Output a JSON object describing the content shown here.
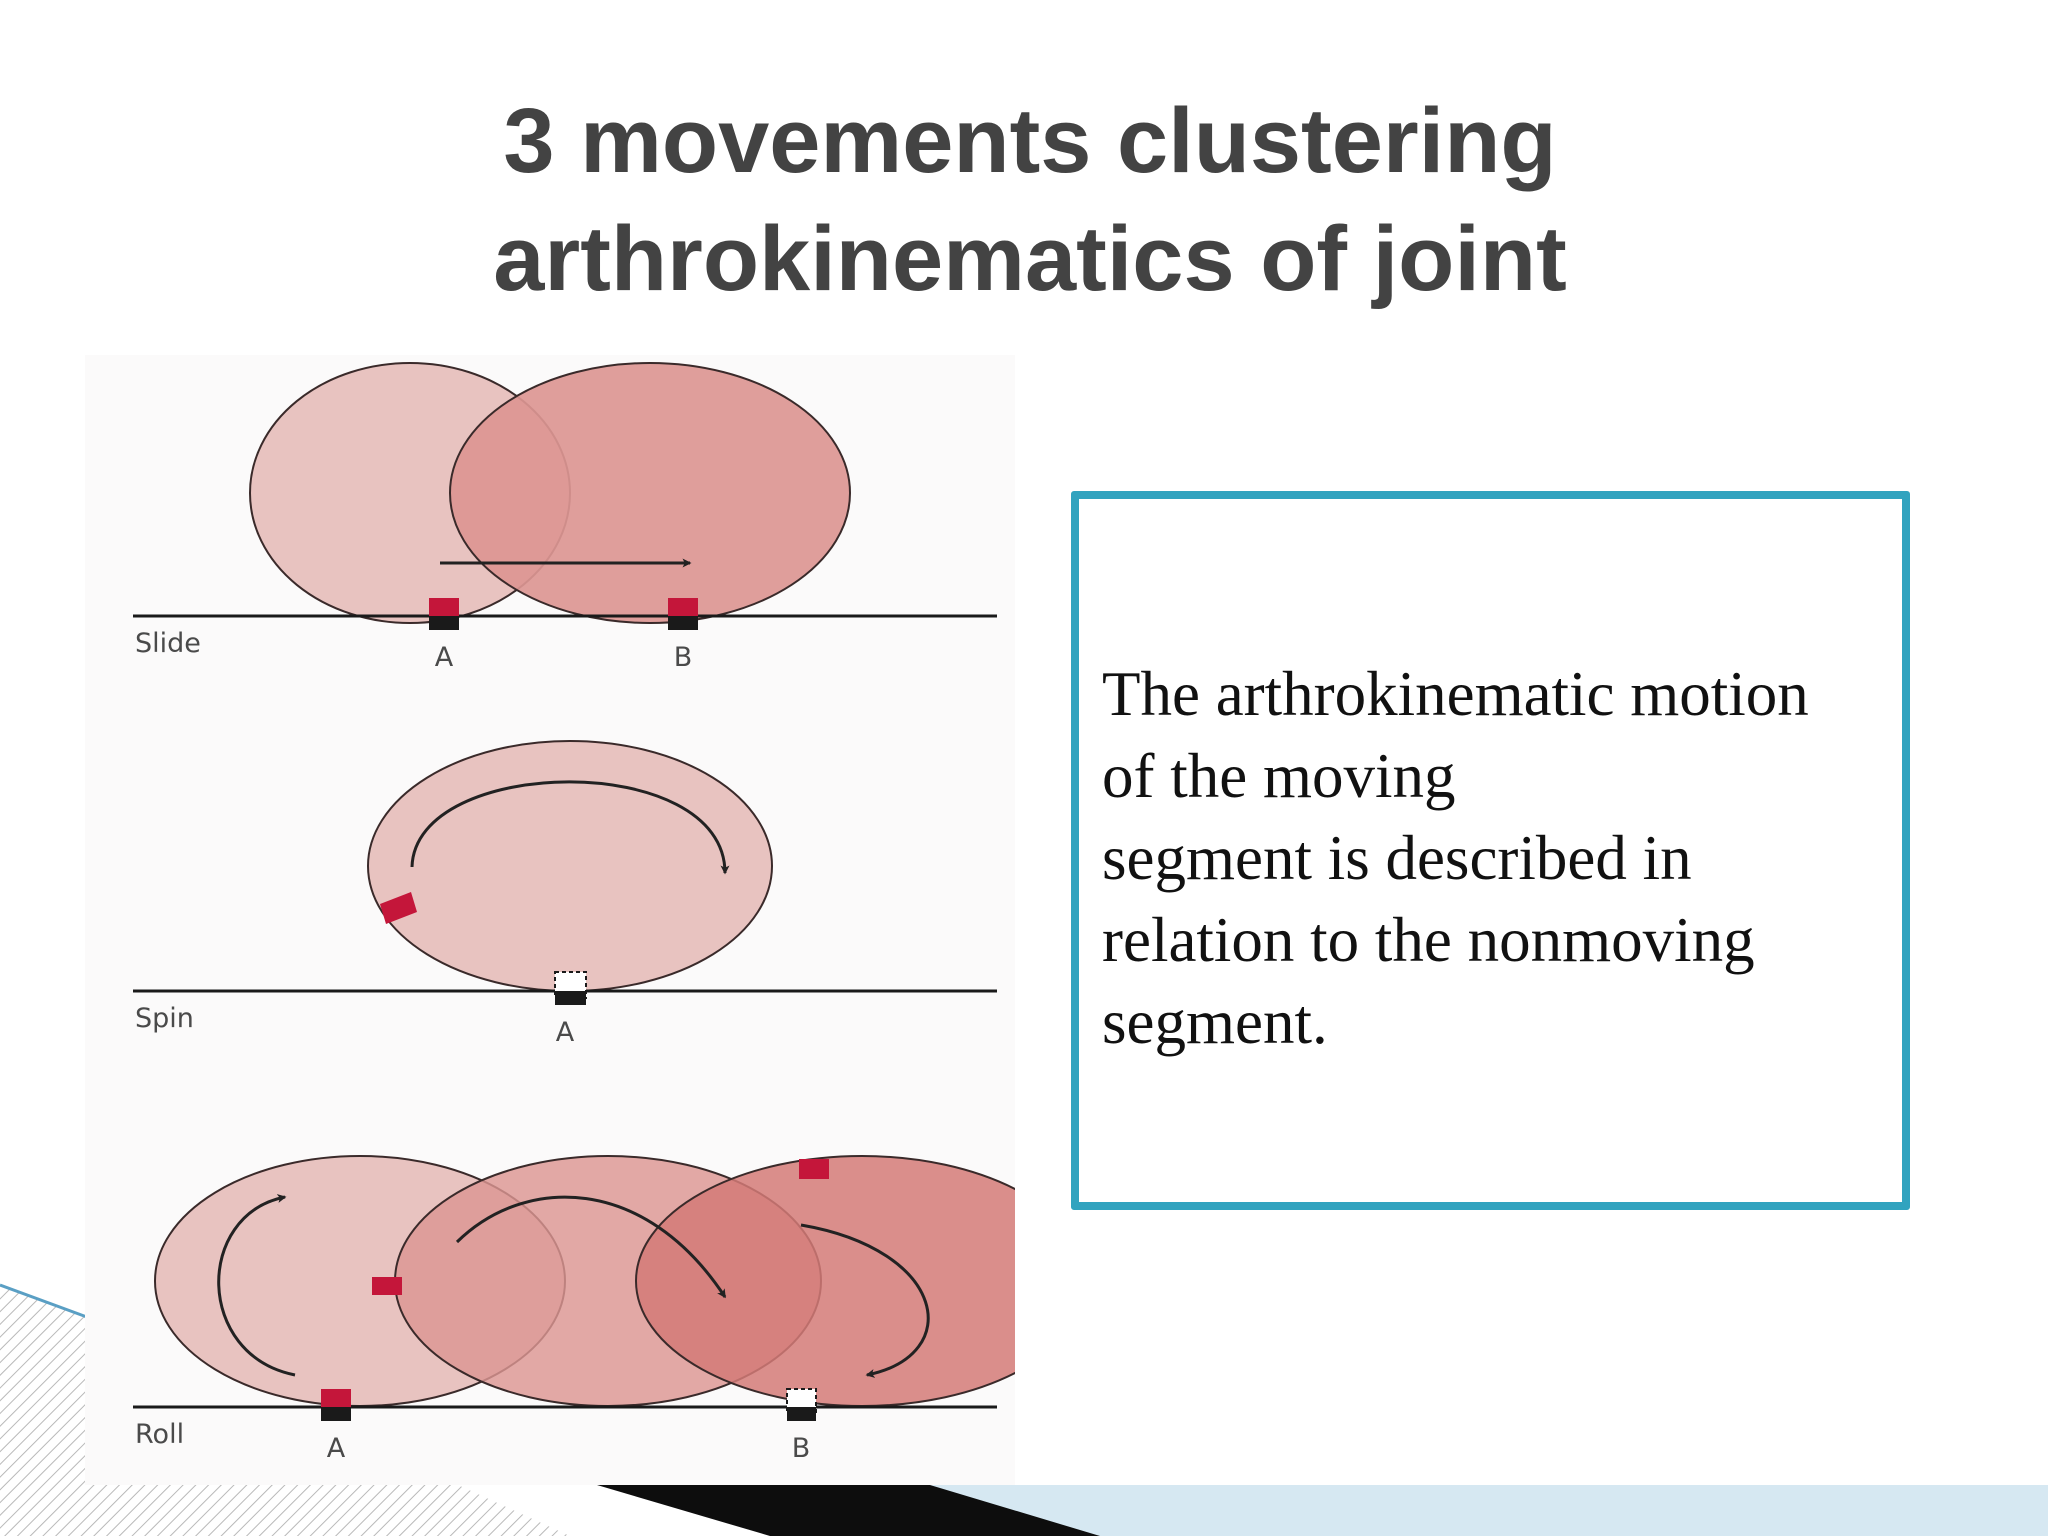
{
  "slide": {
    "title_lines": [
      "3 movements clustering",
      "arthrokinematics of joint"
    ],
    "body_lines": [
      "The arthrokinematic motion",
      "of the moving",
      "segment is described in",
      "relation to the nonmoving",
      "segment."
    ]
  },
  "diagram": {
    "panels": [
      {
        "name": "Slide",
        "points": [
          "A",
          "B"
        ]
      },
      {
        "name": "Spin",
        "points": [
          "A"
        ]
      },
      {
        "name": "Roll",
        "points": [
          "A",
          "B"
        ]
      }
    ]
  },
  "colors": {
    "title_text": "#434343",
    "text_box_border": "#31a3bf",
    "circle_light": "#e8c3c0",
    "circle_mid": "#dc9692",
    "circle_dark": "#d47a77",
    "marker": "#c4163a",
    "decor_ribbon": "#d6e8f2"
  }
}
